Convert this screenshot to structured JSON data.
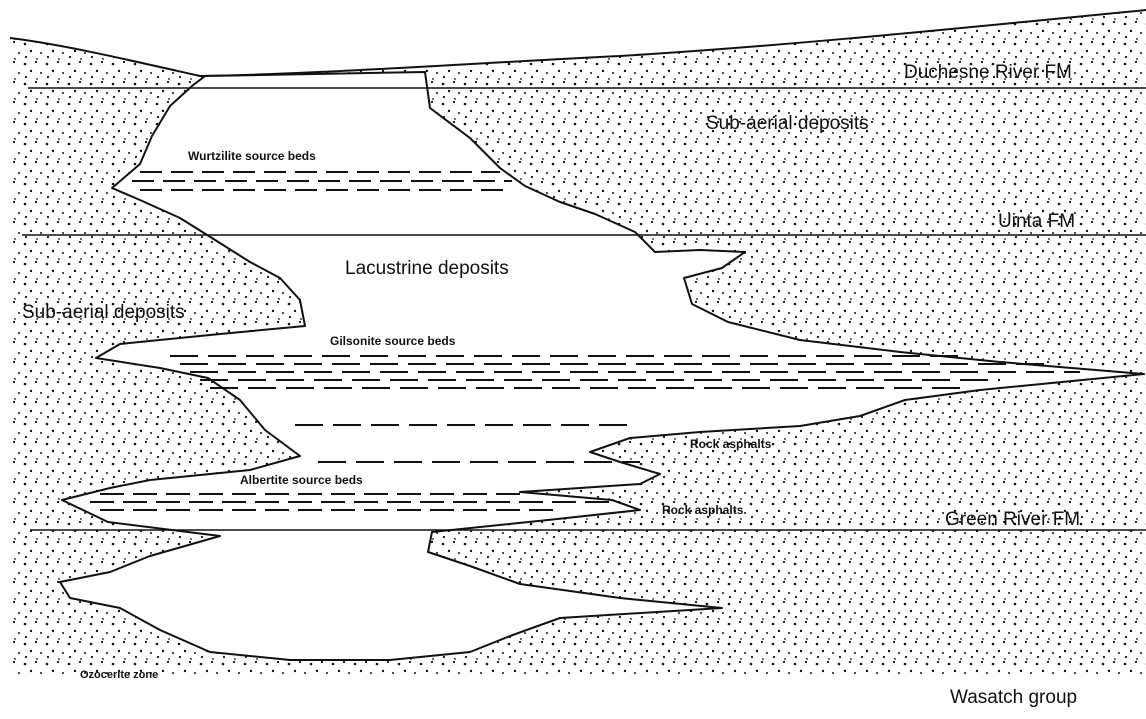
{
  "labels": {
    "duchesne_river": "Duchesne River FM",
    "subaerial_top": "Sub-aerial deposits",
    "wurtzilite": "Wurtzilite source beds",
    "uinta": "Uinta FM",
    "lacustrine": "Lacustrine deposits",
    "subaerial_left": "Sub-aerial deposits",
    "gilsonite": "Gilsonite source beds",
    "rock_asphalts_1": "Rock asphalts",
    "albertite": "Albertite source beds",
    "rock_asphalts_2": "Rock asphalts",
    "green_river": "Green River FM",
    "ozocerite": "Ozocerite zone",
    "wasatch": "Wasatch group"
  }
}
